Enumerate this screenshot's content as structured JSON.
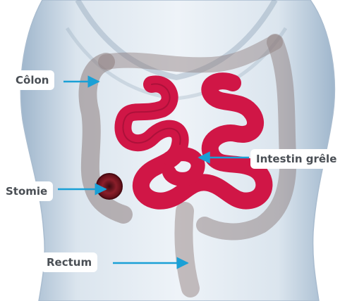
{
  "labels": {
    "colon": "Côlon",
    "small_intestine": "Intestin grêle",
    "stoma": "Stomie",
    "rectum": "Rectum"
  },
  "colors": {
    "pointer": "#1aa0d6",
    "small_intestine": "#d01646",
    "body": "#c9d6e3",
    "background": "#ffffff"
  }
}
